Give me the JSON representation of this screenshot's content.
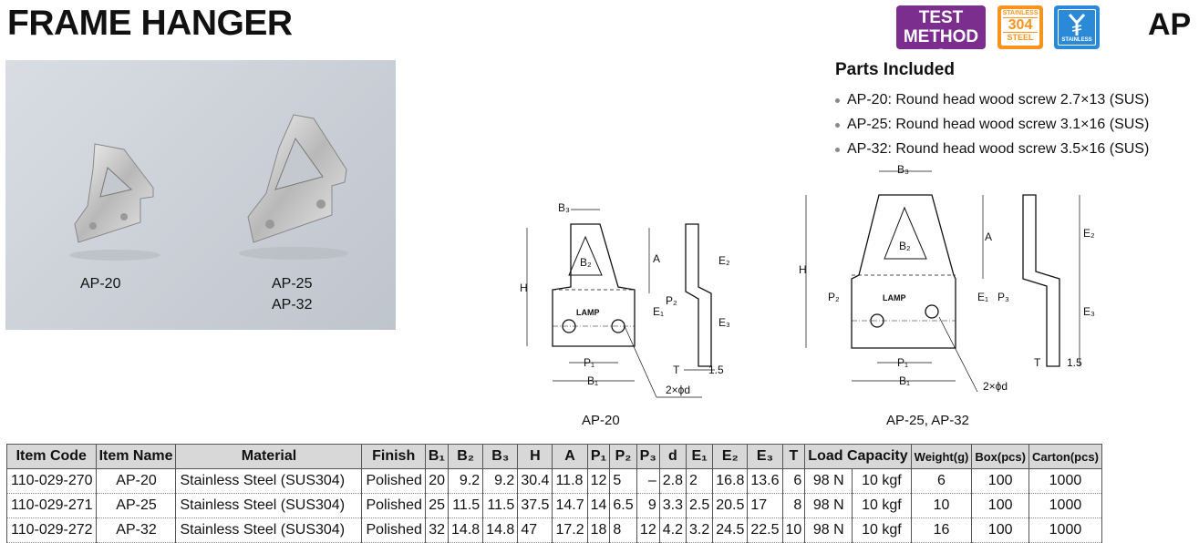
{
  "header": {
    "title": "FRAME HANGER",
    "series": "AP",
    "badge_test": [
      "TEST",
      "METHOD 3"
    ],
    "badge_sus": [
      "STAINLESS",
      "304",
      "STEEL"
    ],
    "badge_stainless": "STAINLESS"
  },
  "photo": {
    "label_left": "AP-20",
    "label_right_1": "AP-25",
    "label_right_2": "AP-32"
  },
  "parts": {
    "heading": "Parts Included",
    "items": [
      "AP-20: Round head wood screw 2.7×13 (SUS)",
      "AP-25: Round head wood screw 3.1×16 (SUS)",
      "AP-32: Round head wood screw 3.5×16 (SUS)"
    ]
  },
  "drawings": {
    "caption_left": "AP-20",
    "caption_right": "AP-25, AP-32",
    "brand": "LAMP",
    "hole_note": "2×ϕd",
    "t_value": "1.5",
    "dims": {
      "B1": "B₁",
      "B2": "B₂",
      "B3": "B₃",
      "H": "H",
      "A": "A",
      "E1": "E₁",
      "E2": "E₂",
      "E3": "E₃",
      "P1": "P₁",
      "P2": "P₂",
      "P3": "P₃",
      "T": "T"
    }
  },
  "table": {
    "headers": [
      "Item Code",
      "Item Name",
      "Material",
      "Finish",
      "B₁",
      "B₂",
      "B₃",
      "H",
      "A",
      "P₁",
      "P₂",
      "P₃",
      "d",
      "E₁",
      "E₂",
      "E₃",
      "T",
      "Load Capacity",
      "Weight(g)",
      "Box(pcs)",
      "Carton(pcs)"
    ],
    "rows": [
      [
        "110-029-270",
        "AP-20",
        "Stainless Steel (SUS304)",
        "Polished",
        "20",
        "9.2",
        "9.2",
        "30.4",
        "11.8",
        "12",
        "5",
        "–",
        "2.8",
        "2",
        "16.8",
        "13.6",
        "6",
        "98 N",
        "10 kgf",
        "6",
        "100",
        "1000"
      ],
      [
        "110-029-271",
        "AP-25",
        "Stainless Steel (SUS304)",
        "Polished",
        "25",
        "11.5",
        "11.5",
        "37.5",
        "14.7",
        "14",
        "6.5",
        "9",
        "3.3",
        "2.5",
        "20.5",
        "17",
        "8",
        "98 N",
        "10 kgf",
        "10",
        "100",
        "1000"
      ],
      [
        "110-029-272",
        "AP-32",
        "Stainless Steel (SUS304)",
        "Polished",
        "32",
        "14.8",
        "14.8",
        "47",
        "17.2",
        "18",
        "8",
        "12",
        "4.2",
        "3.2",
        "24.5",
        "22.5",
        "10",
        "98 N",
        "10 kgf",
        "16",
        "100",
        "1000"
      ]
    ]
  }
}
